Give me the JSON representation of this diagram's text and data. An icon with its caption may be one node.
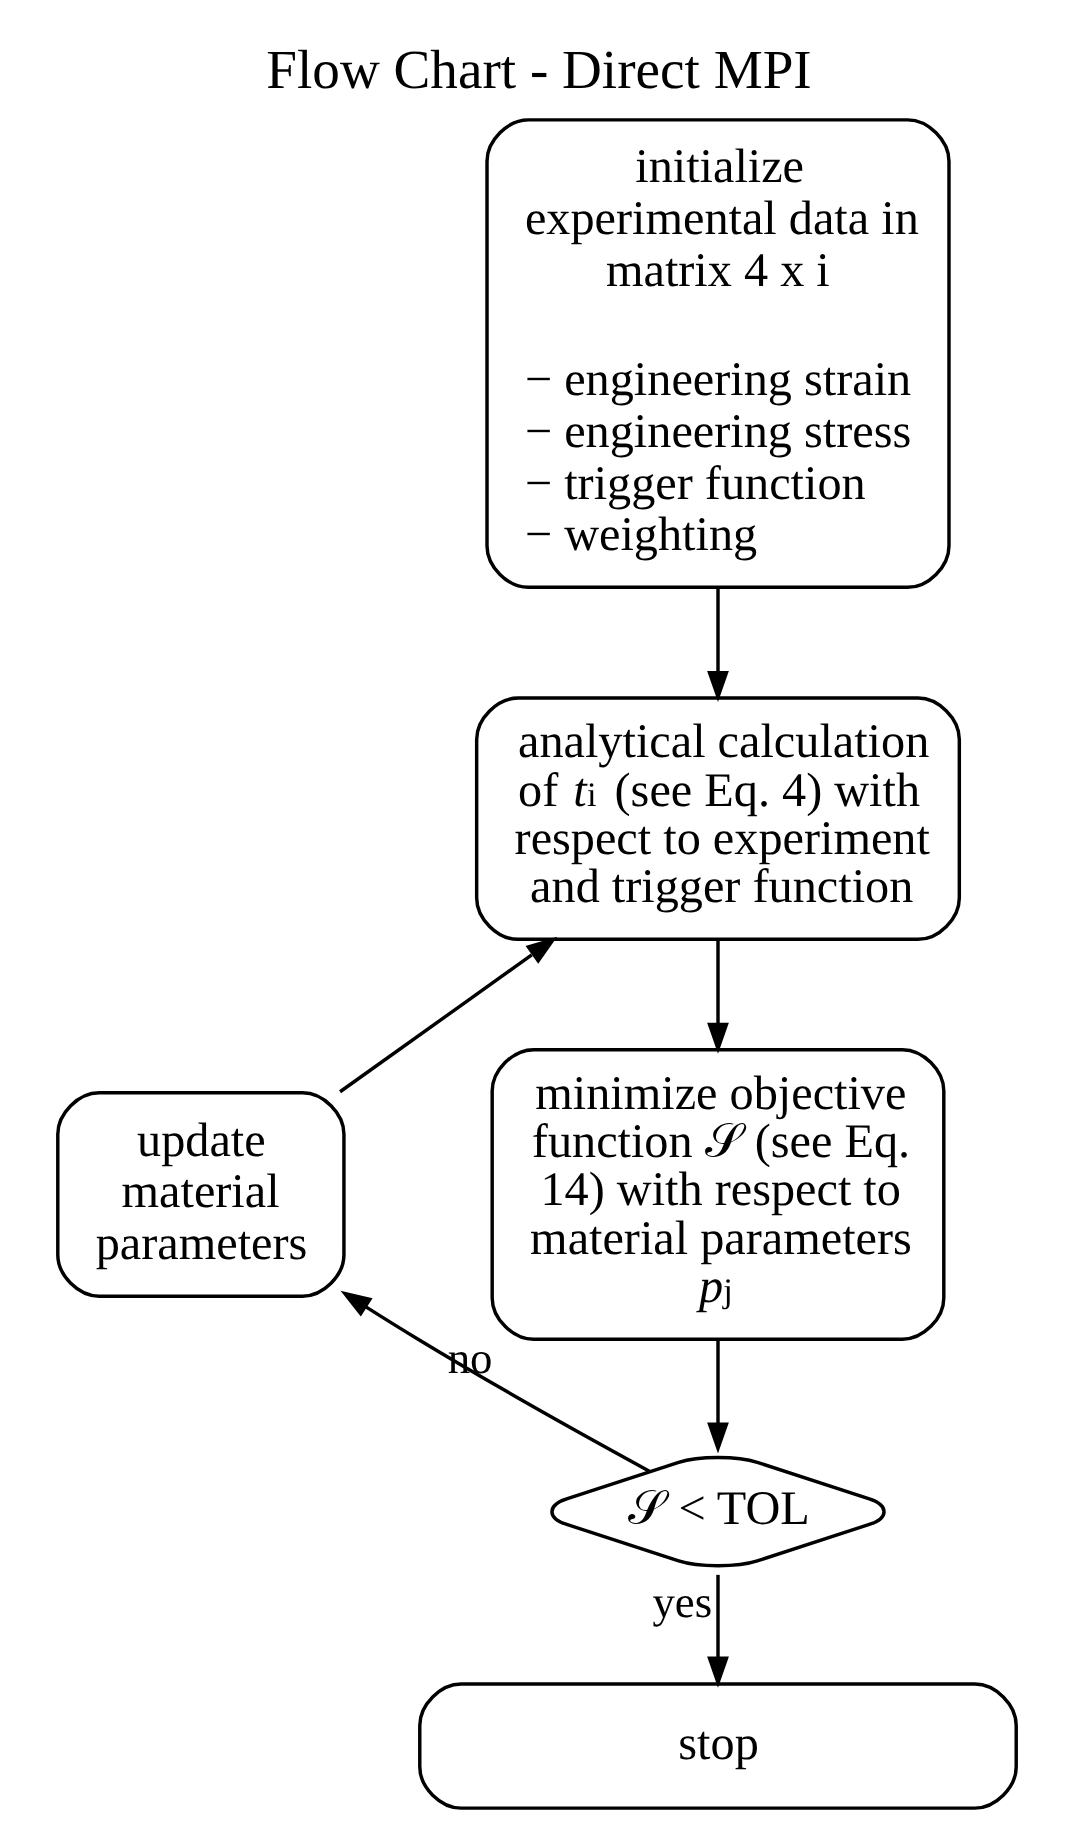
{
  "diagram": {
    "title": "Flow Chart - Direct MPI",
    "nodes": [
      {
        "text": [
          "initialize experimental data in matrix 4 x i",
          "− engineering strain",
          "− engineering stress",
          "− trigger function",
          "− weighting"
        ]
      },
      {
        "text": [
          "analytical calculation of *t*$_{i}$ (see Eq. 4) with respect to experiment and trigger function"
        ]
      },
      {
        "text": [
          "minimize objective function 𝒮 (see Eq. 14) with respect to material parameters *p*$_{j}$"
        ]
      },
      {
        "text": [
          "𝒮 < TOL"
        ]
      },
      {
        "text": [
          "update material parameters"
        ]
      },
      {
        "text": [
          "stop"
        ]
      }
    ],
    "edges": [
      {
        "from": 0,
        "to": 1,
        "arrow": "to"
      },
      {
        "from": 1,
        "to": 2,
        "arrow": "to"
      },
      {
        "from": 2,
        "to": 3,
        "arrow": "to"
      },
      {
        "from": 3,
        "to": 4,
        "arrow": "to",
        "label": "no"
      },
      {
        "from": 4,
        "to": 1,
        "arrow": "to"
      },
      {
        "from": 3,
        "to": 5,
        "arrow": "to",
        "label": "yes"
      }
    ]
  }
}
